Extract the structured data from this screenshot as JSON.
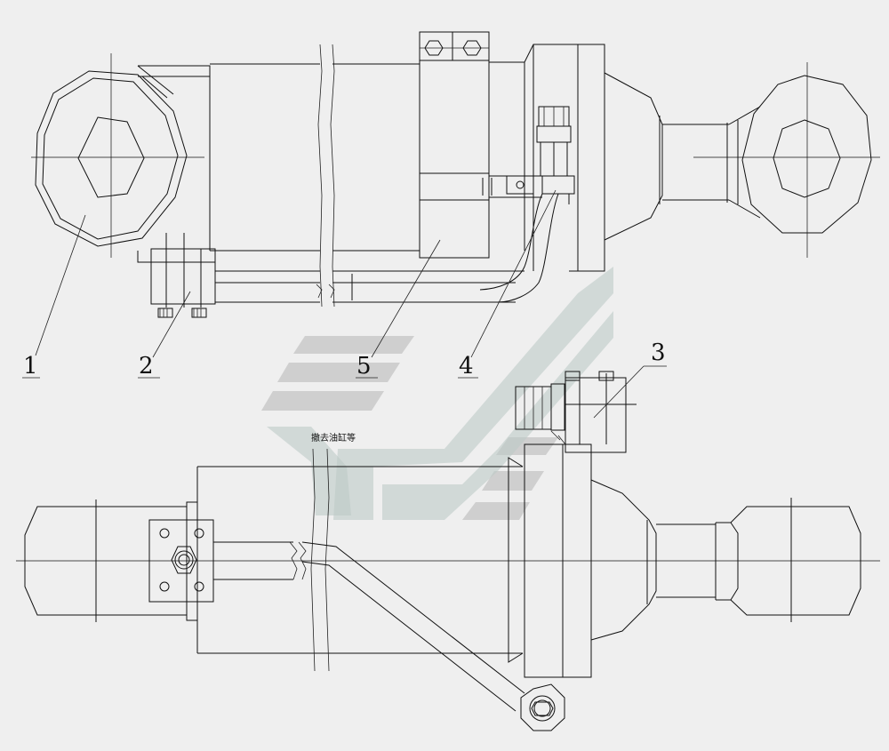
{
  "drawing": {
    "callouts": [
      {
        "number": "1"
      },
      {
        "number": "2"
      },
      {
        "number": "3"
      },
      {
        "number": "4"
      },
      {
        "number": "5"
      }
    ],
    "note": "撤去油缸等"
  }
}
